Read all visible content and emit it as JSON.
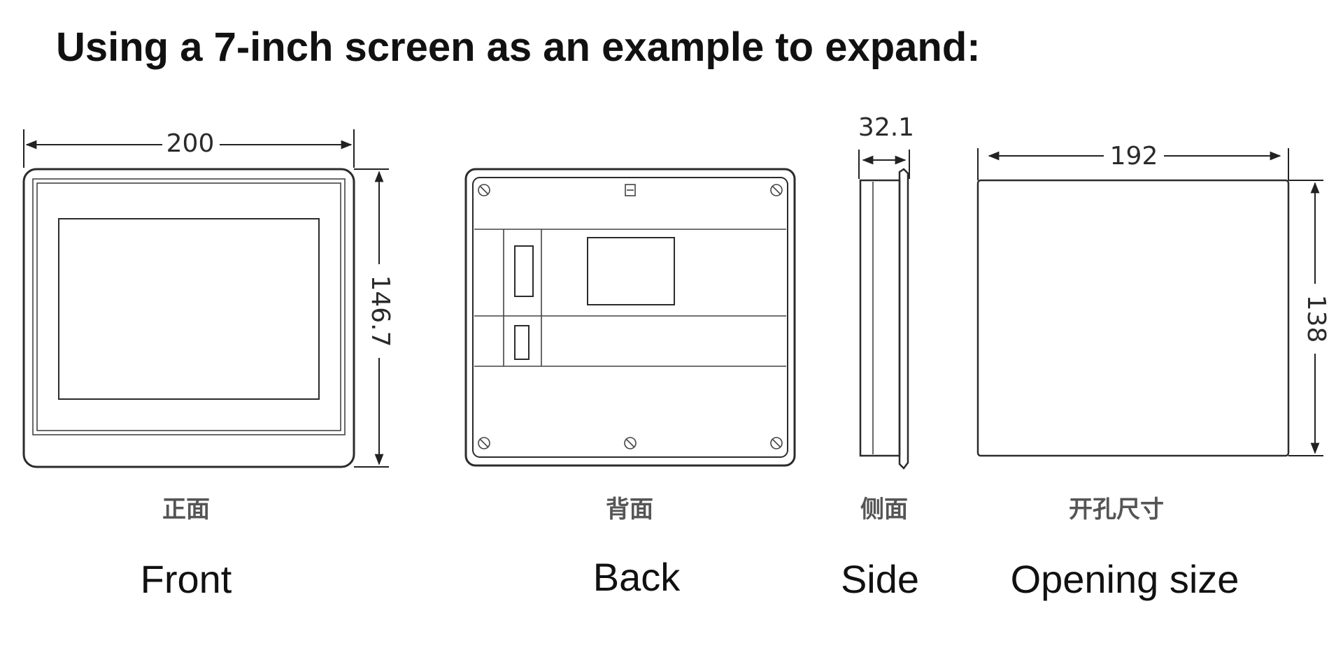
{
  "title": "Using a 7-inch screen as an example to expand:",
  "views": {
    "front": {
      "label_cn": "正面",
      "label_en": "Front",
      "width_dim": "200",
      "height_dim": "146.7"
    },
    "back": {
      "label_cn": "背面",
      "label_en": "Back"
    },
    "side": {
      "label_cn": "侧面",
      "label_en": "Side",
      "depth_dim": "32.1"
    },
    "opening": {
      "label_cn": "开孔尺寸",
      "label_en": "Opening size",
      "width_dim": "192",
      "height_dim": "138"
    }
  },
  "colors": {
    "line": "#2b2b2b",
    "text": "#111111",
    "chinese_label": "#555555"
  }
}
